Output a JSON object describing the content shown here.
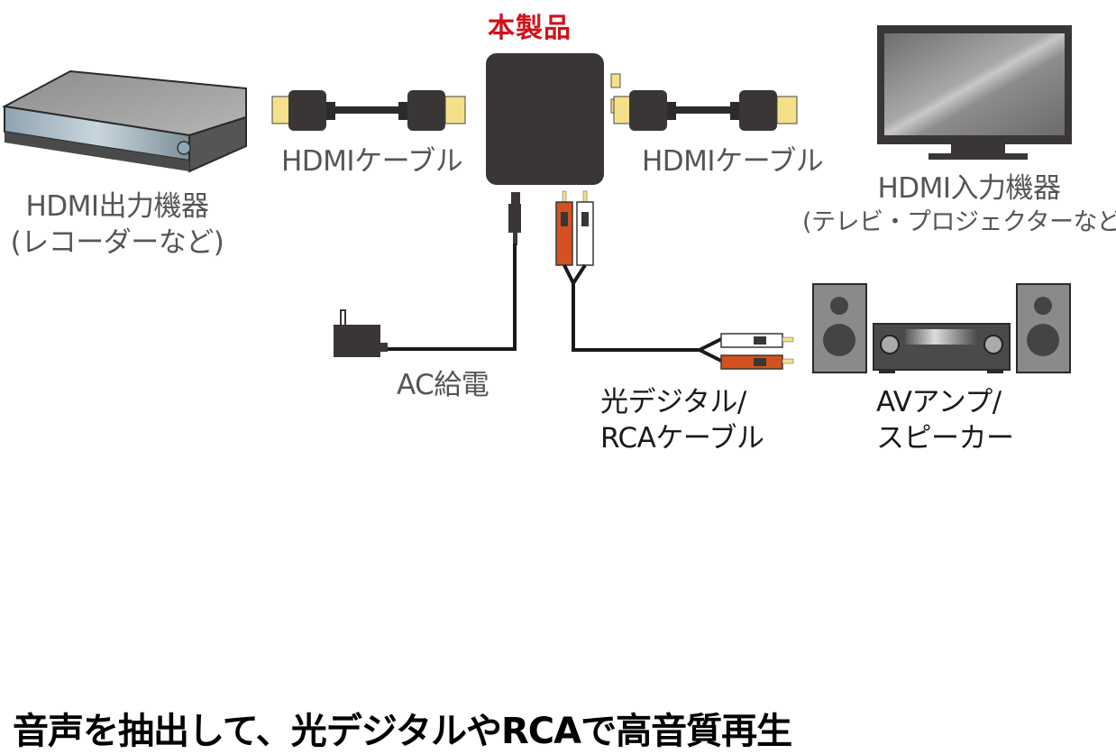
{
  "diagram": {
    "title": "本製品",
    "headline": "音声を抽出して、光デジタルやRCAで高音質再生",
    "nodes": {
      "source": {
        "name": "HDMI出力機器",
        "sub": "(レコーダーなど)",
        "icon": "recorder-icon"
      },
      "sink": {
        "name": "HDMI入力機器",
        "sub": "(テレビ・プロジェクターなど)",
        "icon": "tv-icon"
      },
      "audio": {
        "name": "AVアンプ/",
        "sub": "スピーカー",
        "icon": "av-amp-speakers-icon"
      },
      "power": {
        "name": "AC給電",
        "icon": "ac-adapter-icon"
      },
      "product": {
        "icon": "converter-box-icon"
      }
    },
    "cables": {
      "hdmi_left": "HDMIケーブル",
      "hdmi_right": "HDMIケーブル",
      "audio_line1": "光デジタル/",
      "audio_line2": "RCAケーブル"
    },
    "colors": {
      "title_red": "#d0121b",
      "device_dark": "#3a3635",
      "hdmi_gold": "#f4e08a",
      "rca_red": "#d4521f",
      "label_gray": "#555555"
    }
  }
}
